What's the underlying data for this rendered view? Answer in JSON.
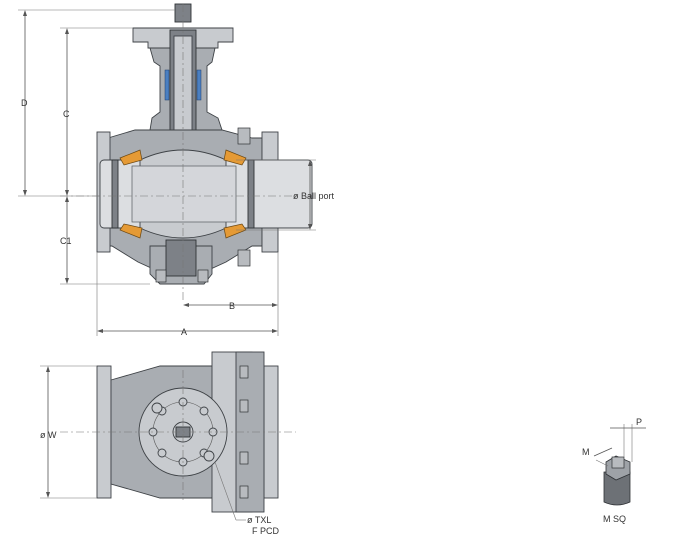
{
  "labels": {
    "D": "D",
    "C": "C",
    "C1": "C1",
    "ball_port": "ø Ball port",
    "B": "B",
    "A": "A",
    "W": "ø W",
    "TXL": "ø TXL",
    "F_PCD": "F PCD",
    "P": "P",
    "M": "M",
    "M_SQ": "M SQ"
  },
  "colors": {
    "body": "#a9adb2",
    "seat": "#e59a35",
    "seal": "#4a7fc1"
  }
}
